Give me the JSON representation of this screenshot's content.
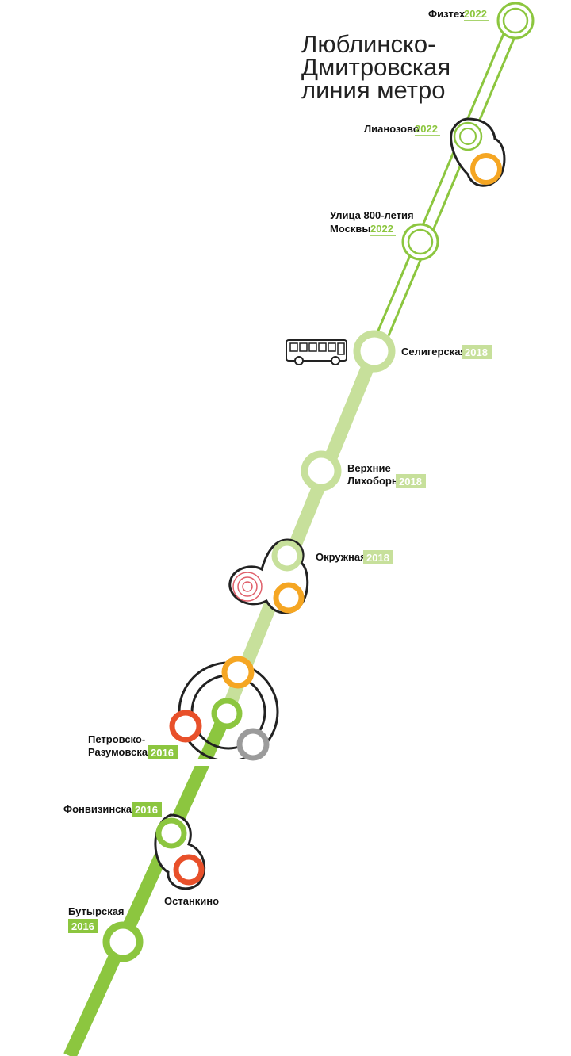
{
  "title": [
    "Люблинско-",
    "Дмитровская",
    "линия метро"
  ],
  "colors": {
    "line_built": "#8cc63f",
    "line_2018": "#c7e09b",
    "year_2016_bg": "#8cc63f",
    "year_2018_bg": "#c7e09b",
    "year_2022_text": "#8cc63f",
    "orange": "#f5a623",
    "red": "#e8502a",
    "grey": "#9b9b9b",
    "pink": "#e0606b"
  },
  "stations": [
    {
      "id": "fiztekh",
      "lines": [
        "Физтех"
      ],
      "year": "2022",
      "status": "planned"
    },
    {
      "id": "lianozovo",
      "lines": [
        "Лианозово"
      ],
      "year": "2022",
      "status": "planned"
    },
    {
      "id": "ulitsa-800",
      "lines": [
        "Улица 800-летия",
        "Москвы"
      ],
      "year": "2022",
      "status": "planned"
    },
    {
      "id": "seligerskaya",
      "lines": [
        "Селигерская"
      ],
      "year": "2018",
      "status": "2018"
    },
    {
      "id": "verkhnie-likhobory",
      "lines": [
        "Верхние",
        "Лихоборы"
      ],
      "year": "2018",
      "status": "2018"
    },
    {
      "id": "okruzhnaya",
      "lines": [
        "Окружная"
      ],
      "year": "2018",
      "status": "2018"
    },
    {
      "id": "petrovsko-razumovskaya",
      "lines": [
        "Петровско-",
        "Разумовская"
      ],
      "year": "2016",
      "status": "2016"
    },
    {
      "id": "fonvizinskaya",
      "lines": [
        "Фонвизинская"
      ],
      "year": "2016",
      "status": "2016"
    },
    {
      "id": "butyrskaya",
      "lines": [
        "Бутырская"
      ],
      "year": "2016",
      "status": "2016"
    }
  ],
  "transfers": [
    {
      "id": "ostankino",
      "label": "Останкино",
      "color": "red"
    }
  ],
  "icons": [
    "bus-icon"
  ]
}
